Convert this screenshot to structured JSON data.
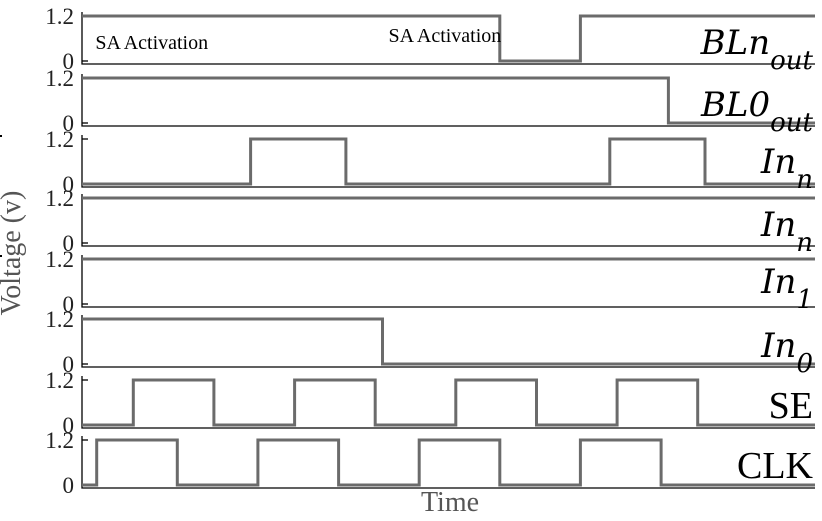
{
  "chart_data": {
    "type": "line",
    "xlabel": "Time",
    "ylabel": "Voltage (v)",
    "xlim": [
      0,
      100
    ],
    "ylim": [
      0,
      1.2
    ],
    "yticks": [
      {
        "value": 1.2,
        "label": "1.2"
      },
      {
        "value": 0,
        "label": "0"
      }
    ],
    "series": [
      {
        "name": "BLn_out",
        "label_main": "BLn",
        "label_sub": "out",
        "overline": false,
        "label_style": "italic",
        "x": [
          0,
          57,
          57,
          68,
          68,
          100
        ],
        "y": [
          1.2,
          1.2,
          0,
          0,
          1.2,
          1.2
        ]
      },
      {
        "name": "BL0_out",
        "label_main": "BL0",
        "label_sub": "out",
        "overline": false,
        "label_style": "italic",
        "x": [
          0,
          80,
          80,
          100
        ],
        "y": [
          1.2,
          1.2,
          0,
          0
        ]
      },
      {
        "name": "In_n bar",
        "label_main": "In",
        "label_sub": "n",
        "overline": true,
        "label_style": "italic",
        "x": [
          0,
          23,
          23,
          36,
          36,
          72,
          72,
          85,
          85,
          100
        ],
        "y": [
          0,
          0,
          1.2,
          1.2,
          0,
          0,
          1.2,
          1.2,
          0,
          0
        ]
      },
      {
        "name": "In_n",
        "label_main": "In",
        "label_sub": "n",
        "overline": false,
        "label_style": "italic",
        "x": [
          0,
          100
        ],
        "y": [
          1.2,
          1.2
        ]
      },
      {
        "name": "In_1 bar",
        "label_main": "In",
        "label_sub": "1",
        "overline": true,
        "label_style": "italic",
        "x": [
          0,
          100
        ],
        "y": [
          1.2,
          1.2
        ]
      },
      {
        "name": "In_0",
        "label_main": "In",
        "label_sub": "0",
        "overline": false,
        "label_style": "italic",
        "x": [
          0,
          41,
          41,
          100
        ],
        "y": [
          1.2,
          1.2,
          0,
          0
        ]
      },
      {
        "name": "SE",
        "label_main": "SE",
        "label_sub": "",
        "overline": false,
        "label_style": "roman",
        "x": [
          0,
          7,
          7,
          18,
          18,
          29,
          29,
          40,
          40,
          51,
          51,
          62,
          62,
          73,
          73,
          84,
          84,
          100
        ],
        "y": [
          0,
          0,
          1.2,
          1.2,
          0,
          0,
          1.2,
          1.2,
          0,
          0,
          1.2,
          1.2,
          0,
          0,
          1.2,
          1.2,
          0,
          0
        ]
      },
      {
        "name": "CLK",
        "label_main": "CLK",
        "label_sub": "",
        "overline": false,
        "label_style": "roman",
        "x": [
          0,
          2,
          2,
          13,
          13,
          24,
          24,
          35,
          35,
          46,
          46,
          57,
          57,
          68,
          68,
          79,
          79,
          100
        ],
        "y": [
          0,
          0,
          1.2,
          1.2,
          0,
          0,
          1.2,
          1.2,
          0,
          0,
          1.2,
          1.2,
          0,
          0,
          1.2,
          1.2,
          0,
          0
        ]
      }
    ],
    "annotations": [
      {
        "text": "SA Activation",
        "series": "BLn_out",
        "x": 1
      },
      {
        "text": "SA Activation",
        "series": "BLn_out",
        "x": 41
      }
    ],
    "grid": false,
    "legend": "none"
  }
}
